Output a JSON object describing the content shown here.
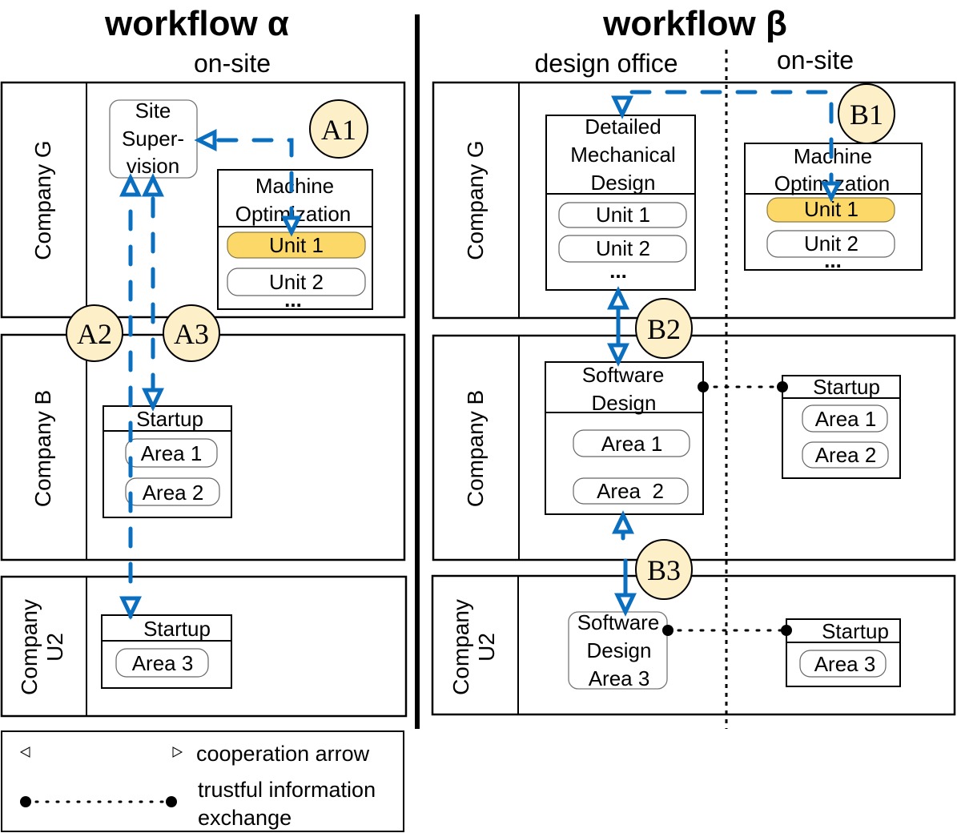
{
  "colors": {
    "flow": "#0b6fc0",
    "badge_fill": "#fdefc8",
    "highlight_fill": "#fcd869"
  },
  "alpha": {
    "title": "workflow α",
    "columns": [
      "on-site"
    ],
    "lanes": [
      "Company G",
      "Company B",
      "Company U2"
    ],
    "site_supervision": [
      "Site",
      "Super-",
      "vision"
    ],
    "machine_opt": {
      "title": [
        "Machine",
        "Optimization"
      ],
      "items": [
        "Unit 1",
        "Unit 2"
      ],
      "more": "...",
      "highlighted": "Unit 1"
    },
    "startup_b": {
      "title": "Startup",
      "items": [
        "Area 1",
        "Area 2"
      ]
    },
    "startup_u2": {
      "title": "Startup",
      "items": [
        "Area 3"
      ]
    },
    "badges": [
      "A1",
      "A2",
      "A3"
    ]
  },
  "beta": {
    "title": "workflow β",
    "columns": [
      "design office",
      "on-site"
    ],
    "lanes": [
      "Company G",
      "Company B",
      "Company U2"
    ],
    "detailed_design": {
      "title": [
        "Detailed",
        "Mechanical",
        "Design"
      ],
      "items": [
        "Unit 1",
        "Unit 2"
      ],
      "more": "..."
    },
    "machine_opt": {
      "title": [
        "Machine",
        "Optimization"
      ],
      "items": [
        "Unit 1",
        "Unit 2"
      ],
      "more": "...",
      "highlighted": "Unit 1"
    },
    "software_design": {
      "title": [
        "Software",
        "Design"
      ],
      "items": [
        "Area 1",
        "Area  2"
      ]
    },
    "startup_b": {
      "title": "Startup",
      "items": [
        "Area 1",
        "Area 2"
      ]
    },
    "software_design_u2": [
      "Software",
      "Design",
      "Area 3"
    ],
    "startup_u2": {
      "title": "Startup",
      "items": [
        "Area 3"
      ]
    },
    "badges": [
      "B1",
      "B2",
      "B3"
    ]
  },
  "legend": {
    "cooperation": "cooperation arrow",
    "exchange": [
      "trustful information",
      "exchange"
    ]
  }
}
